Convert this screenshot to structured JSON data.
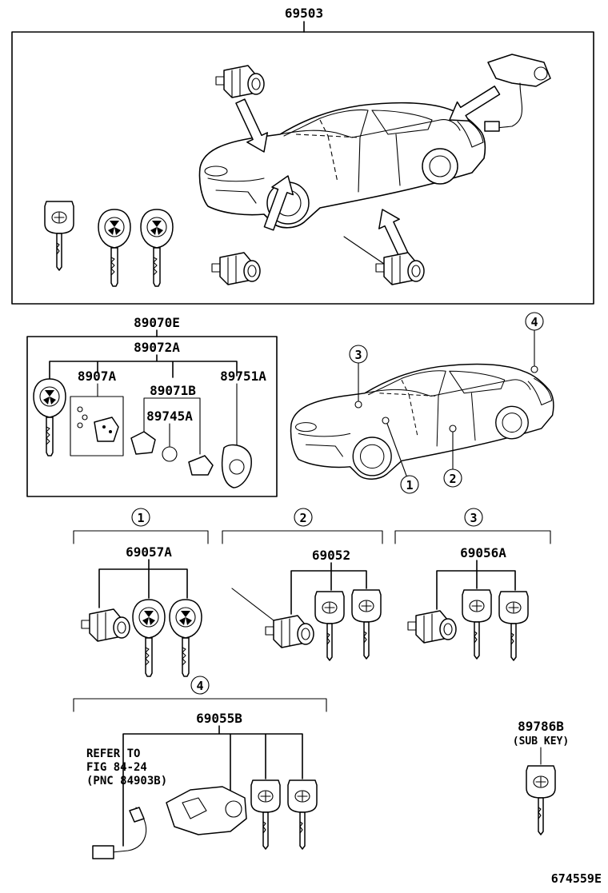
{
  "diagram": {
    "callouts": {
      "top_assembly": "69503",
      "transmitter_set": "89070E",
      "transmitter_sub": "89072A",
      "transmitter_housing": "8907A",
      "battery_set": "89071B",
      "cover": "89745A",
      "transmitter_key": "89751A",
      "cylinder_set_1": "69057A",
      "cylinder_set_2": "69052",
      "cylinder_set_3": "69056A",
      "cylinder_set_4": "69055B",
      "sub_key": "89786B",
      "sub_key_note": "(SUB KEY)"
    },
    "location_markers": [
      "1",
      "2",
      "3",
      "4"
    ],
    "reference_note": [
      "REFER TO",
      "FIG 84-24",
      "(PNC 84903B)"
    ],
    "figure_id": "674559E"
  }
}
